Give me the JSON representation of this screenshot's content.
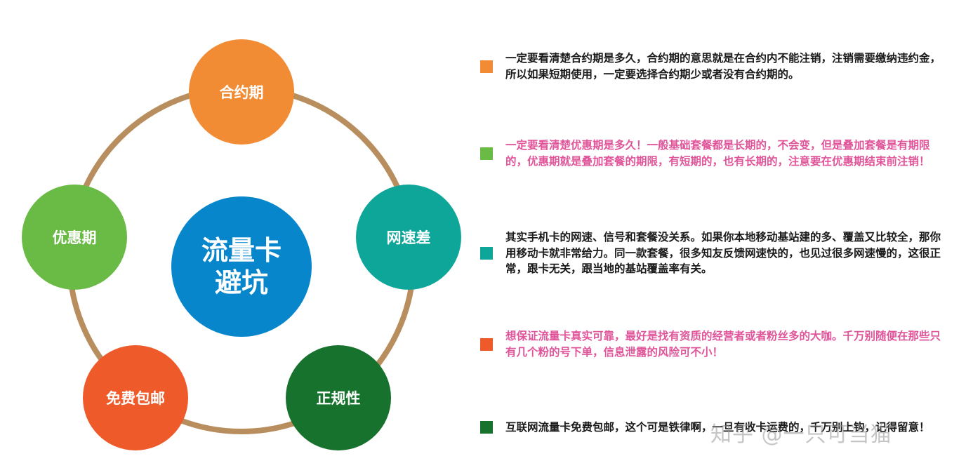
{
  "diagram": {
    "center": {
      "line1": "流量卡",
      "line2": "避坑",
      "color": "#0786cc"
    },
    "ring_color": "#b88e5e",
    "nodes": [
      {
        "label": "合约期",
        "color": "#f18c34"
      },
      {
        "label": "网速差",
        "color": "#0ea699"
      },
      {
        "label": "正规性",
        "color": "#16722d"
      },
      {
        "label": "免费包邮",
        "color": "#ee5a2a"
      },
      {
        "label": "优惠期",
        "color": "#6aba46"
      }
    ]
  },
  "legend": [
    {
      "text": "一定要看清楚合约期是多久，合约期的意思就是在合约内不能注销，注销需要缴纳违约金，所以如果短期使用，一定要选择合约期少或者没有合约期的。",
      "swatch": "#f18c34",
      "text_color": "#1a1a1a"
    },
    {
      "text": "一定要看清楚优惠期是多久！一般基础套餐都是长期的，不会变，但是叠加套餐是有期限的，优惠期就是叠加套餐的期限，有短期的，也有长期的，注意要在优惠期结束前注销！",
      "swatch": "#6aba46",
      "text_color": "#e0559a"
    },
    {
      "text": "其实手机卡的网速、信号和套餐没关系。如果你本地移动基站建的多、覆盖又比较全，那你用移动卡就非常给力。同一款套餐，很多知友反馈网速快的，也见过很多网速慢的，这很正常，跟卡无关，跟当地的基站覆盖率有关。",
      "swatch": "#0ea699",
      "text_color": "#1a1a1a"
    },
    {
      "text": "想保证流量卡真实可靠，最好是找有资质的经营者或者粉丝多的大咖。千万别随便在那些只有几个粉的号下单，信息泄露的风险可不小！",
      "swatch": "#ee5a2a",
      "text_color": "#e0559a"
    },
    {
      "text": "互联网流量卡免费包邮，这个可是铁律啊，一旦有收卡运费的，千万别上钩，记得留意！",
      "swatch": "#16722d",
      "text_color": "#1a1a1a"
    }
  ],
  "watermark": "知乎 @一只可当猫"
}
